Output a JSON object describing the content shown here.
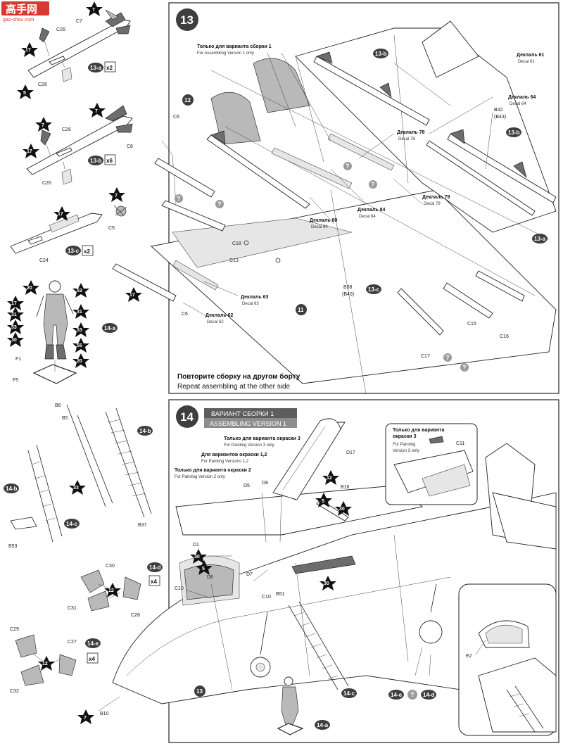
{
  "watermark": {
    "site_logo": "高手网",
    "url": "gao-shou.com"
  },
  "left_column": {
    "missile_13a": {
      "c26_top": "C26",
      "c7": "C7",
      "c26_bot": "C26",
      "star_top": "7",
      "star_mid": "17",
      "star_bot": "5",
      "ref": "13-a",
      "mult": "x2"
    },
    "missile_13b": {
      "c26_top": "C26",
      "c8": "C8",
      "c26_bot": "C26",
      "star_top": "7",
      "star_mid": "17",
      "star_left": "7",
      "ref": "13-b",
      "mult": "x6"
    },
    "missile_13c": {
      "c5": "C5",
      "c24": "C24",
      "star_top": "7",
      "star_mid": "17",
      "ref": "13-c",
      "mult": "x2"
    },
    "pilot_14a": {
      "stars": [
        "20",
        "53",
        "17",
        "31",
        "31",
        "53",
        "53",
        "30",
        "55",
        "20"
      ],
      "f1": "F1",
      "f5": "F5",
      "ref": "14-a"
    },
    "ladder_14b": {
      "b6": "B6",
      "b5": "B5",
      "b37": "B37",
      "star": "33",
      "ref": "14-b"
    },
    "ladder_14c": {
      "ref_b": "14-b",
      "ref_c": "14-c",
      "b53": "B53"
    },
    "part_14d": {
      "c30": "C30",
      "c31": "C31",
      "c28": "C28",
      "star": "12",
      "ref": "14-d",
      "mult": "x4"
    },
    "part_14e": {
      "c29": "C29",
      "c27": "C27",
      "c32": "C32",
      "star": "12",
      "ref": "14-e",
      "mult": "x4"
    }
  },
  "step13": {
    "number": "13",
    "only_version1_ru": "Только для варианта сборки 1",
    "only_version1_en": "For Assembling Version 1 only",
    "decals": [
      {
        "ru": "Деклаль 61",
        "en": "Decal 61"
      },
      {
        "ru": "Деклаль 64",
        "en": "Decal 64"
      },
      {
        "ru": "Деклаль 78",
        "en": "Decal 78"
      },
      {
        "ru": "Деклаль 79",
        "en": "Decal 79"
      },
      {
        "ru": "Деклаль 84",
        "en": "Decal 84"
      },
      {
        "ru": "Деклаль 80",
        "en": "Decal 80"
      },
      {
        "ru": "Деклаль 63",
        "en": "Decal 63"
      },
      {
        "ru": "Деклаль 62",
        "en": "Decal 62"
      }
    ],
    "parts": {
      "c6_top": "C6",
      "c6_bot": "C6",
      "b42": "B42",
      "b43": "(B43)",
      "c18": "C18",
      "c13": "C13",
      "b38": "B38",
      "b40": "(B40)",
      "c15": "C15",
      "c16": "C16",
      "c17": "C17"
    },
    "refs": {
      "r12": "12",
      "r11": "11",
      "r13b_top": "13-b",
      "r13b_right": "13-b",
      "r13a": "13-a",
      "r13c": "13-c",
      "star17": "17"
    },
    "repeat_ru": "Повторите сборку на другом борту",
    "repeat_en": "Repeat assembling at the other side"
  },
  "step14": {
    "number": "14",
    "banner_ru": "ВАРИАНТ СБОРКИ 1",
    "banner_en": "ASSEMBLING VERSION 1",
    "paint3_ru": "Только для варианта окраски 3",
    "paint3_en": "For Painting Version 3 only",
    "paint12_ru": "Для вариантов окраски 1,2",
    "paint12_en": "For Painting Versions 1,2",
    "paint2_ru": "Только для варианта окраски 2",
    "paint2_en": "For Painting Version 2 only",
    "inset_ru1": "Только для варианта",
    "inset_ru2": "окраски 3",
    "inset_en1": "For Painting",
    "inset_en2": "Version 3 only",
    "parts": {
      "d17": "D17",
      "d5": "D5",
      "d8": "D8",
      "b16": "B16",
      "c11": "C11",
      "d1": "D1",
      "d6": "D6",
      "d7": "D7",
      "c10a": "C10",
      "c10b": "C10",
      "b51": "B51",
      "e2": "E2",
      "b10": "B10"
    },
    "stars": {
      "s12": "12",
      "s5": "5",
      "s30a": "30",
      "s30b": "30",
      "s5b": "5",
      "s30c": "30",
      "s7": "7"
    },
    "refs": {
      "r13": "13",
      "r14c": "14-c",
      "r14a": "14-a",
      "r14e": "14-e",
      "r14d": "14-d",
      "q": "?"
    }
  }
}
